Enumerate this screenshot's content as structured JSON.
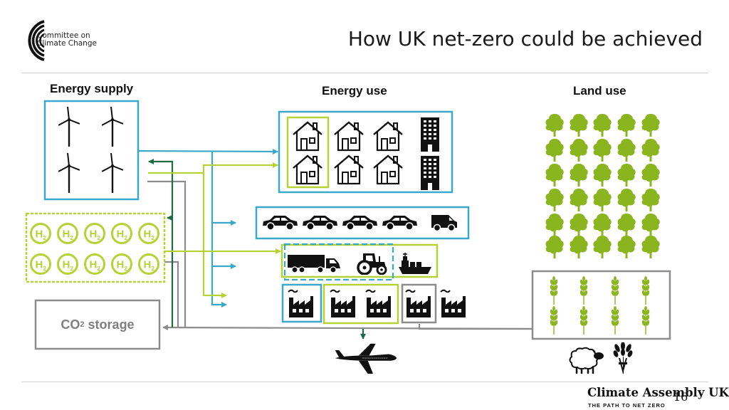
{
  "header": {
    "title": "How UK net-zero could be achieved",
    "org_line1": "Committee on",
    "org_line2": "Climate Change"
  },
  "columns": {
    "energy_supply": "Energy supply",
    "energy_use": "Energy use",
    "land_use": "Land use"
  },
  "nodes": {
    "co2_storage_prefix": "CO",
    "co2_storage_sub": "2",
    "co2_storage_suffix": " storage",
    "hydrogen_symbol": "H",
    "hydrogen_sub": "2"
  },
  "footer": {
    "brand": "Climate Assembly UK",
    "tagline": "THE PATH TO NET ZERO",
    "page_number": "16"
  },
  "colors": {
    "blue": "#3aa8c8",
    "lime": "#b5d334",
    "dark_green": "#1f6b45",
    "grey": "#8c8c8c",
    "tree": "#8ab51f",
    "wheat": "#8ab51f"
  },
  "icons": [
    "wind-turbine-icon",
    "hydrogen-icon",
    "house-icon",
    "office-building-icon",
    "car-icon",
    "van-icon",
    "lorry-icon",
    "tractor-icon",
    "ship-icon",
    "factory-icon",
    "airplane-icon",
    "tree-icon",
    "wheat-icon",
    "sheep-icon",
    "wheat-bundle-icon"
  ]
}
